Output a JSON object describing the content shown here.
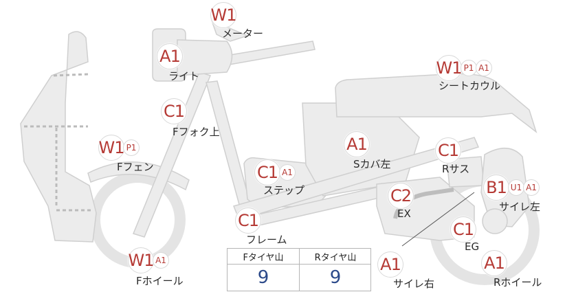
{
  "parts": {
    "meter": {
      "label": "メーター",
      "codes": [
        "W1"
      ]
    },
    "light": {
      "label": "ライト",
      "codes": [
        "A1"
      ]
    },
    "fork_upper": {
      "label": "Fフォク上",
      "codes": [
        "C1"
      ]
    },
    "front_fender": {
      "label": "Fフェン",
      "codes": [
        "W1",
        "P1"
      ]
    },
    "front_wheel": {
      "label": "Fホイール",
      "codes": [
        "W1",
        "A1"
      ]
    },
    "step": {
      "label": "ステップ",
      "codes": [
        "C1",
        "A1"
      ]
    },
    "side_cover_l": {
      "label": "Sカバ左",
      "codes": [
        "A1"
      ]
    },
    "frame": {
      "label": "フレーム",
      "codes": [
        "C1"
      ]
    },
    "seat_cowl": {
      "label": "シートカウル",
      "codes": [
        "W1",
        "P1",
        "A1"
      ]
    },
    "rear_shock": {
      "label": "Rサス",
      "codes": [
        "C1"
      ]
    },
    "exhaust": {
      "label": "EX",
      "codes": [
        "C2"
      ]
    },
    "muffler_l": {
      "label": "サイレ左",
      "codes": [
        "B1",
        "U1",
        "A1"
      ]
    },
    "engine": {
      "label": "EG",
      "codes": [
        "C1"
      ]
    },
    "muffler_r": {
      "label": "サイレ右",
      "codes": [
        "A1"
      ]
    },
    "rear_wheel": {
      "label": "Rホイール",
      "codes": [
        "A1"
      ]
    }
  },
  "tire_table": {
    "front_header": "Fタイヤ山",
    "rear_header": "Rタイヤ山",
    "front_value": "9",
    "rear_value": "9"
  },
  "colors": {
    "code_text": "#b53a35",
    "value_text": "#2c4a8a",
    "part_fill": "#ececec",
    "part_stroke": "#cfcfcf",
    "dashed_line": "#bbbbbb"
  }
}
